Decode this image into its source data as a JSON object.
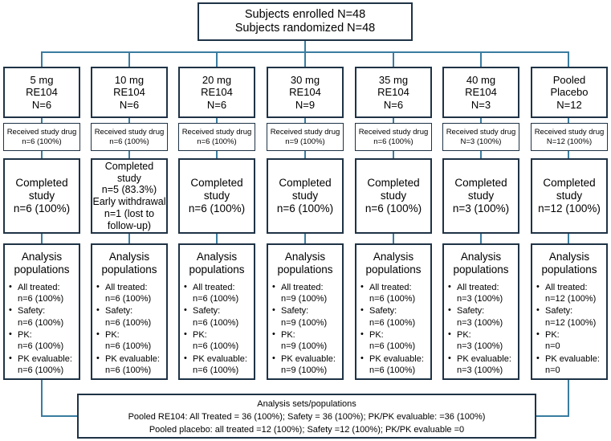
{
  "diagram": {
    "title": "CONSORT subject disposition flow diagram",
    "colors": {
      "box_border": "#1f3346",
      "connector": "#3a7ca0",
      "background": "#ffffff",
      "text": "#000000"
    }
  },
  "enrollment": {
    "line1": "Subjects enrolled N=48",
    "line2": "Subjects randomized N=48"
  },
  "arms": [
    {
      "id": "arm-5mg",
      "header": {
        "line1": "5  mg",
        "line2": "RE104",
        "line3": "N=6"
      },
      "received": {
        "line1": "Received study drug",
        "line2": "n=6 (100%)"
      },
      "completed": {
        "line1": "Completed",
        "line2": "study",
        "line3": "n=6 (100%)",
        "line4": "",
        "line5": "",
        "line6": ""
      },
      "analysis": {
        "title_line1": "Analysis",
        "title_line2": "populations",
        "items": [
          {
            "label": "All treated:",
            "value": "n=6 (100%)"
          },
          {
            "label": "Safety:",
            "value": "n=6 (100%)"
          },
          {
            "label": "PK:",
            "value": "n=6 (100%)"
          },
          {
            "label": "PK evaluable:",
            "value": "n=6 (100%)"
          }
        ]
      }
    },
    {
      "id": "arm-10mg",
      "header": {
        "line1": "10 mg",
        "line2": "RE104",
        "line3": "N=6"
      },
      "received": {
        "line1": "Received study drug",
        "line2": "n=6 (100%)"
      },
      "completed": {
        "line1": "Completed",
        "line2": "study",
        "line3": "n=5 (83.3%)",
        "line4": "Early withdrawal",
        "line5": "n=1 (lost to",
        "line6": "follow-up)"
      },
      "analysis": {
        "title_line1": "Analysis",
        "title_line2": "populations",
        "items": [
          {
            "label": "All treated:",
            "value": "n=6 (100%)"
          },
          {
            "label": "Safety:",
            "value": "n=6 (100%)"
          },
          {
            "label": "PK:",
            "value": "n=6 (100%)"
          },
          {
            "label": "PK evaluable:",
            "value": "n=6 (100%)"
          }
        ]
      }
    },
    {
      "id": "arm-20mg",
      "header": {
        "line1": "20 mg",
        "line2": "RE104",
        "line3": "N=6"
      },
      "received": {
        "line1": "Received study drug",
        "line2": "n=6 (100%)"
      },
      "completed": {
        "line1": "Completed",
        "line2": "study",
        "line3": "n=6 (100%)",
        "line4": "",
        "line5": "",
        "line6": ""
      },
      "analysis": {
        "title_line1": "Analysis",
        "title_line2": "populations",
        "items": [
          {
            "label": "All treated:",
            "value": "n=6 (100%)"
          },
          {
            "label": "Safety:",
            "value": "n=6 (100%)"
          },
          {
            "label": "PK:",
            "value": "n=6 (100%)"
          },
          {
            "label": "PK evaluable:",
            "value": "n=6 (100%)"
          }
        ]
      }
    },
    {
      "id": "arm-30mg",
      "header": {
        "line1": "30 mg",
        "line2": "RE104",
        "line3": "N=9"
      },
      "received": {
        "line1": "Received study drug",
        "line2": "n=9 (100%)"
      },
      "completed": {
        "line1": "Completed",
        "line2": "study",
        "line3": "n=6 (100%)",
        "line4": "",
        "line5": "",
        "line6": ""
      },
      "analysis": {
        "title_line1": "Analysis",
        "title_line2": "populations",
        "items": [
          {
            "label": "All treated:",
            "value": "n=9 (100%)"
          },
          {
            "label": "Safety:",
            "value": "n=9 (100%)"
          },
          {
            "label": "PK:",
            "value": "n=9 (100%)"
          },
          {
            "label": "PK evaluable:",
            "value": "n=9 (100%)"
          }
        ]
      }
    },
    {
      "id": "arm-35mg",
      "header": {
        "line1": "35 mg",
        "line2": "RE104",
        "line3": "N=6"
      },
      "received": {
        "line1": "Received study drug",
        "line2": "n=6 (100%)"
      },
      "completed": {
        "line1": "Completed",
        "line2": "study",
        "line3": "n=6 (100%)",
        "line4": "",
        "line5": "",
        "line6": ""
      },
      "analysis": {
        "title_line1": "Analysis",
        "title_line2": "populations",
        "items": [
          {
            "label": "All treated:",
            "value": "n=6 (100%)"
          },
          {
            "label": "Safety:",
            "value": "n=6 (100%)"
          },
          {
            "label": "PK:",
            "value": "n=6 (100%)"
          },
          {
            "label": "PK evaluable:",
            "value": "n=6 (100%)"
          }
        ]
      }
    },
    {
      "id": "arm-40mg",
      "header": {
        "line1": "40 mg",
        "line2": "RE104",
        "line3": "N=3"
      },
      "received": {
        "line1": "Received study drug",
        "line2": "N=3 (100%)"
      },
      "completed": {
        "line1": "Completed",
        "line2": "study",
        "line3": "n=3 (100%)",
        "line4": "",
        "line5": "",
        "line6": ""
      },
      "analysis": {
        "title_line1": "Analysis",
        "title_line2": "populations",
        "items": [
          {
            "label": "All treated:",
            "value": "n=3 (100%)"
          },
          {
            "label": "Safety:",
            "value": "n=3 (100%)"
          },
          {
            "label": "PK:",
            "value": "n=3 (100%)"
          },
          {
            "label": "PK evaluable:",
            "value": "n=3 (100%)"
          }
        ]
      }
    },
    {
      "id": "arm-placebo",
      "header": {
        "line1": "Pooled",
        "line2": "Placebo",
        "line3": "N=12"
      },
      "received": {
        "line1": "Received study drug",
        "line2": "N=12 (100%)"
      },
      "completed": {
        "line1": "Completed",
        "line2": "study",
        "line3": "n=12 (100%)",
        "line4": "",
        "line5": "",
        "line6": ""
      },
      "analysis": {
        "title_line1": "Analysis",
        "title_line2": "populations",
        "items": [
          {
            "label": "All treated:",
            "value": "n=12 (100%)"
          },
          {
            "label": "Safety:",
            "value": "n=12 (100%)"
          },
          {
            "label": "PK:",
            "value": "n=0"
          },
          {
            "label": "PK evaluable:",
            "value": "n=0"
          }
        ]
      }
    }
  ],
  "summary": {
    "line1": "Analysis sets/populations",
    "line2": "Pooled RE104: All Treated = 36 (100%); Safety = 36 (100%); PK/PK evaluable: =36 (100%)",
    "line3": "Pooled placebo: all treated =12 (100%); Safety =12 (100%); PK/PK evaluable =0"
  }
}
